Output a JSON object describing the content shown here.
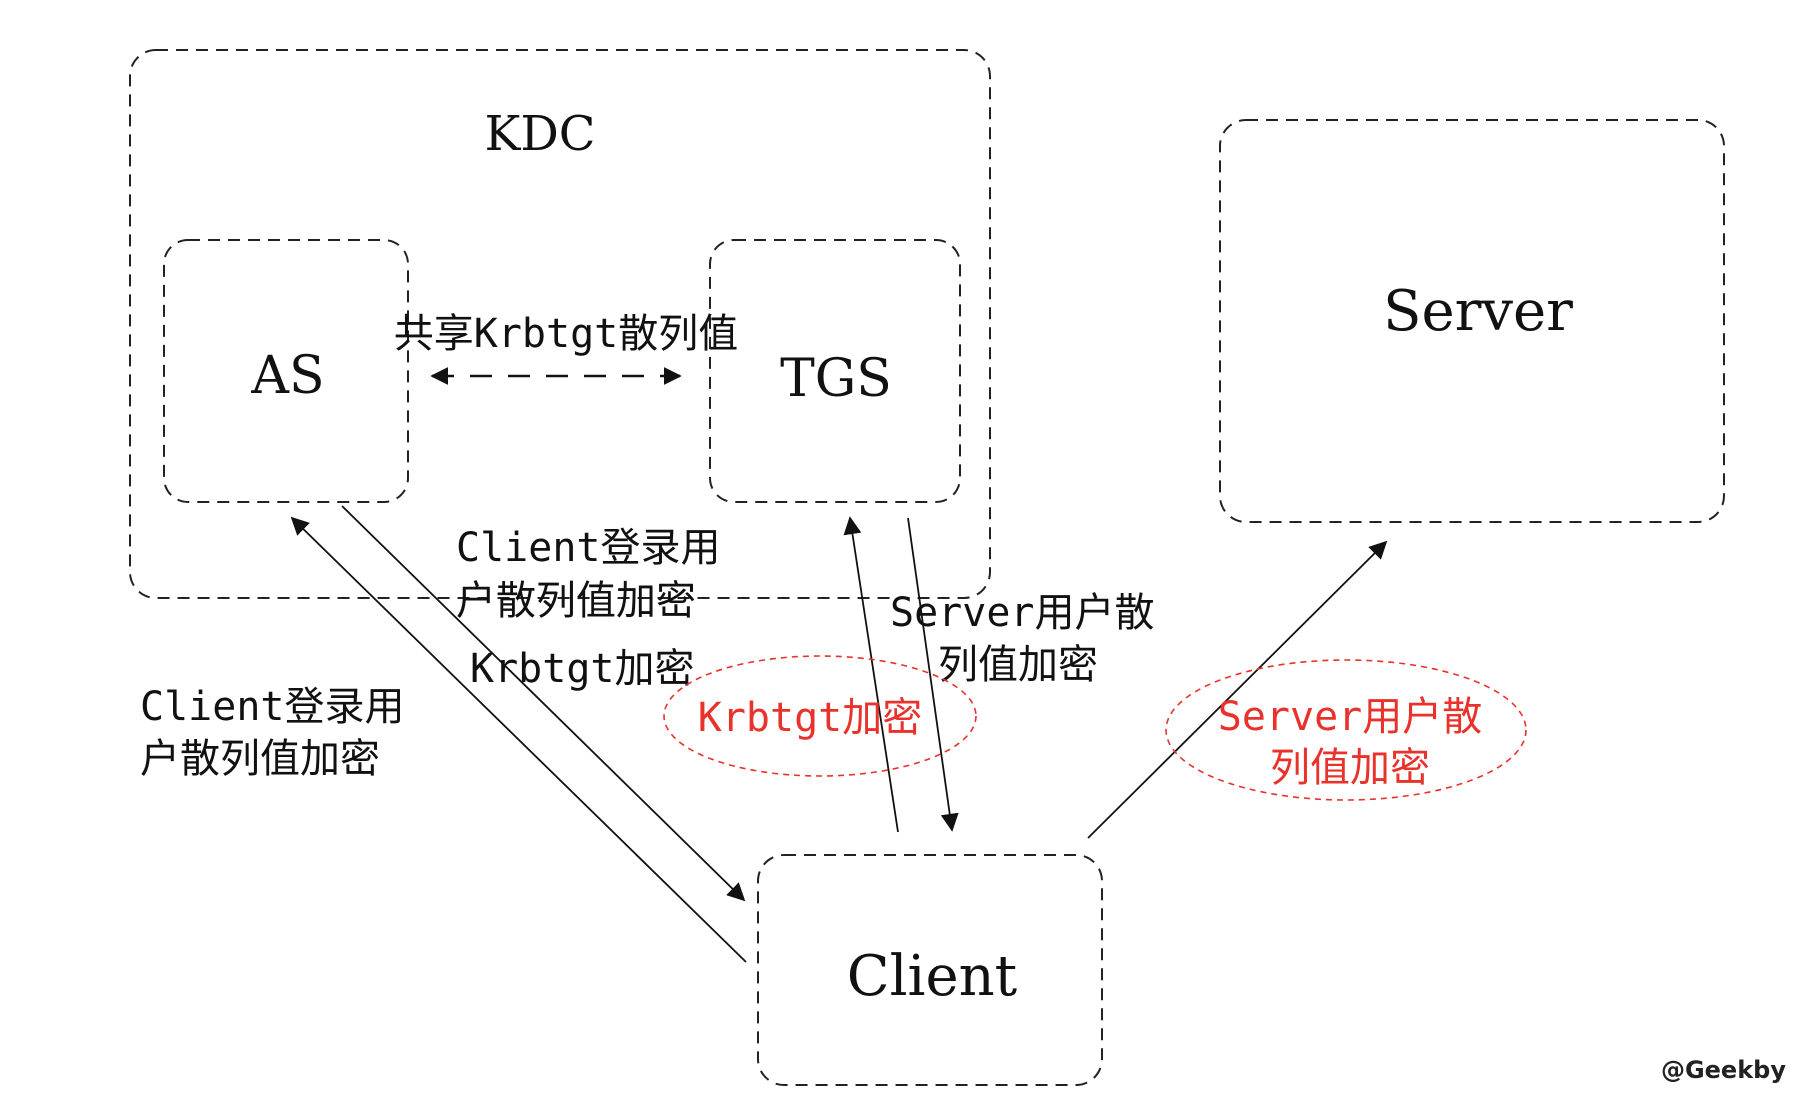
{
  "nodes": {
    "kdc": "KDC",
    "as": "AS",
    "tgs": "TGS",
    "server": "Server",
    "client": "Client"
  },
  "edges": {
    "shared_hash": "共享Krbtgt散列值",
    "as_to_client_line1": "Client登录用",
    "as_to_client_line2": "户散列值加密",
    "as_to_client_line3": "Krbtgt加密",
    "client_to_as_line1": "Client登录用",
    "client_to_as_line2": "户散列值加密",
    "tgs_to_client_line1": "Server用户散",
    "tgs_to_client_line2": "列值加密"
  },
  "highlights": {
    "krbtgt_encrypt": "Krbtgt加密",
    "server_encrypt_line1": "Server用户散",
    "server_encrypt_line2": "列值加密"
  },
  "watermark": "@Geekby",
  "colors": {
    "line": "#111111",
    "highlight": "#e8322b",
    "background": "#ffffff"
  }
}
